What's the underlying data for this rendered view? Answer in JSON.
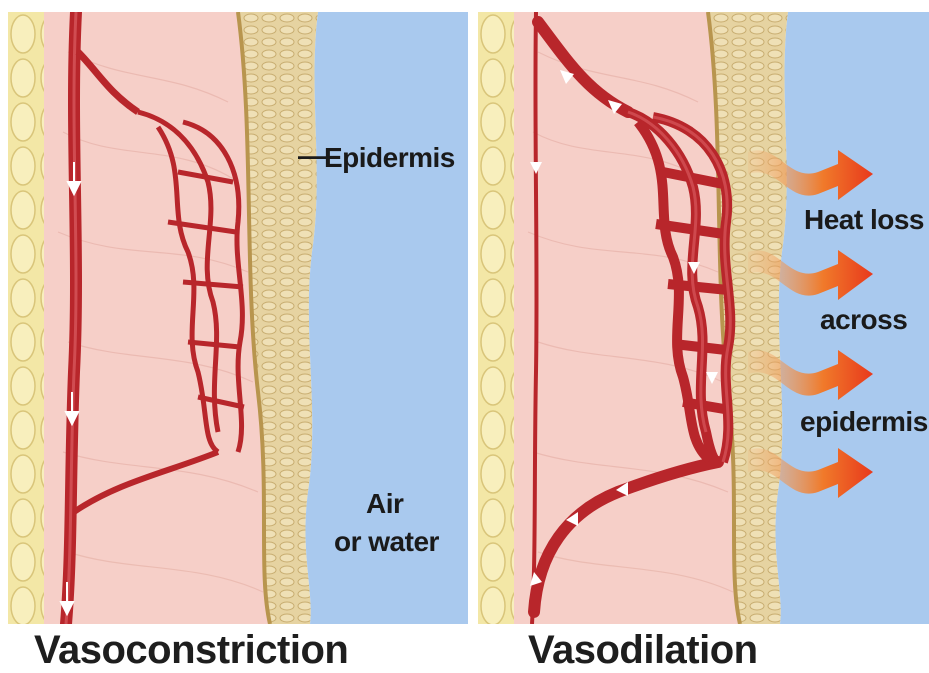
{
  "labels": {
    "epidermis": "Epidermis",
    "air_or_water_line1": "Air",
    "air_or_water_line2": "or water",
    "heat_loss_line1": "Heat loss",
    "heat_loss_line2": "across",
    "heat_loss_line3": "epidermis"
  },
  "captions": {
    "left": "Vasoconstriction",
    "right": "Vasodilation"
  },
  "colors": {
    "fat": "#f3e7a6",
    "dermis": "#f6cfc8",
    "epidermis": "#dcc690",
    "medium": "#a9c9ee",
    "vessel": "#b8262b",
    "heat_arrow": "#e8391c"
  }
}
